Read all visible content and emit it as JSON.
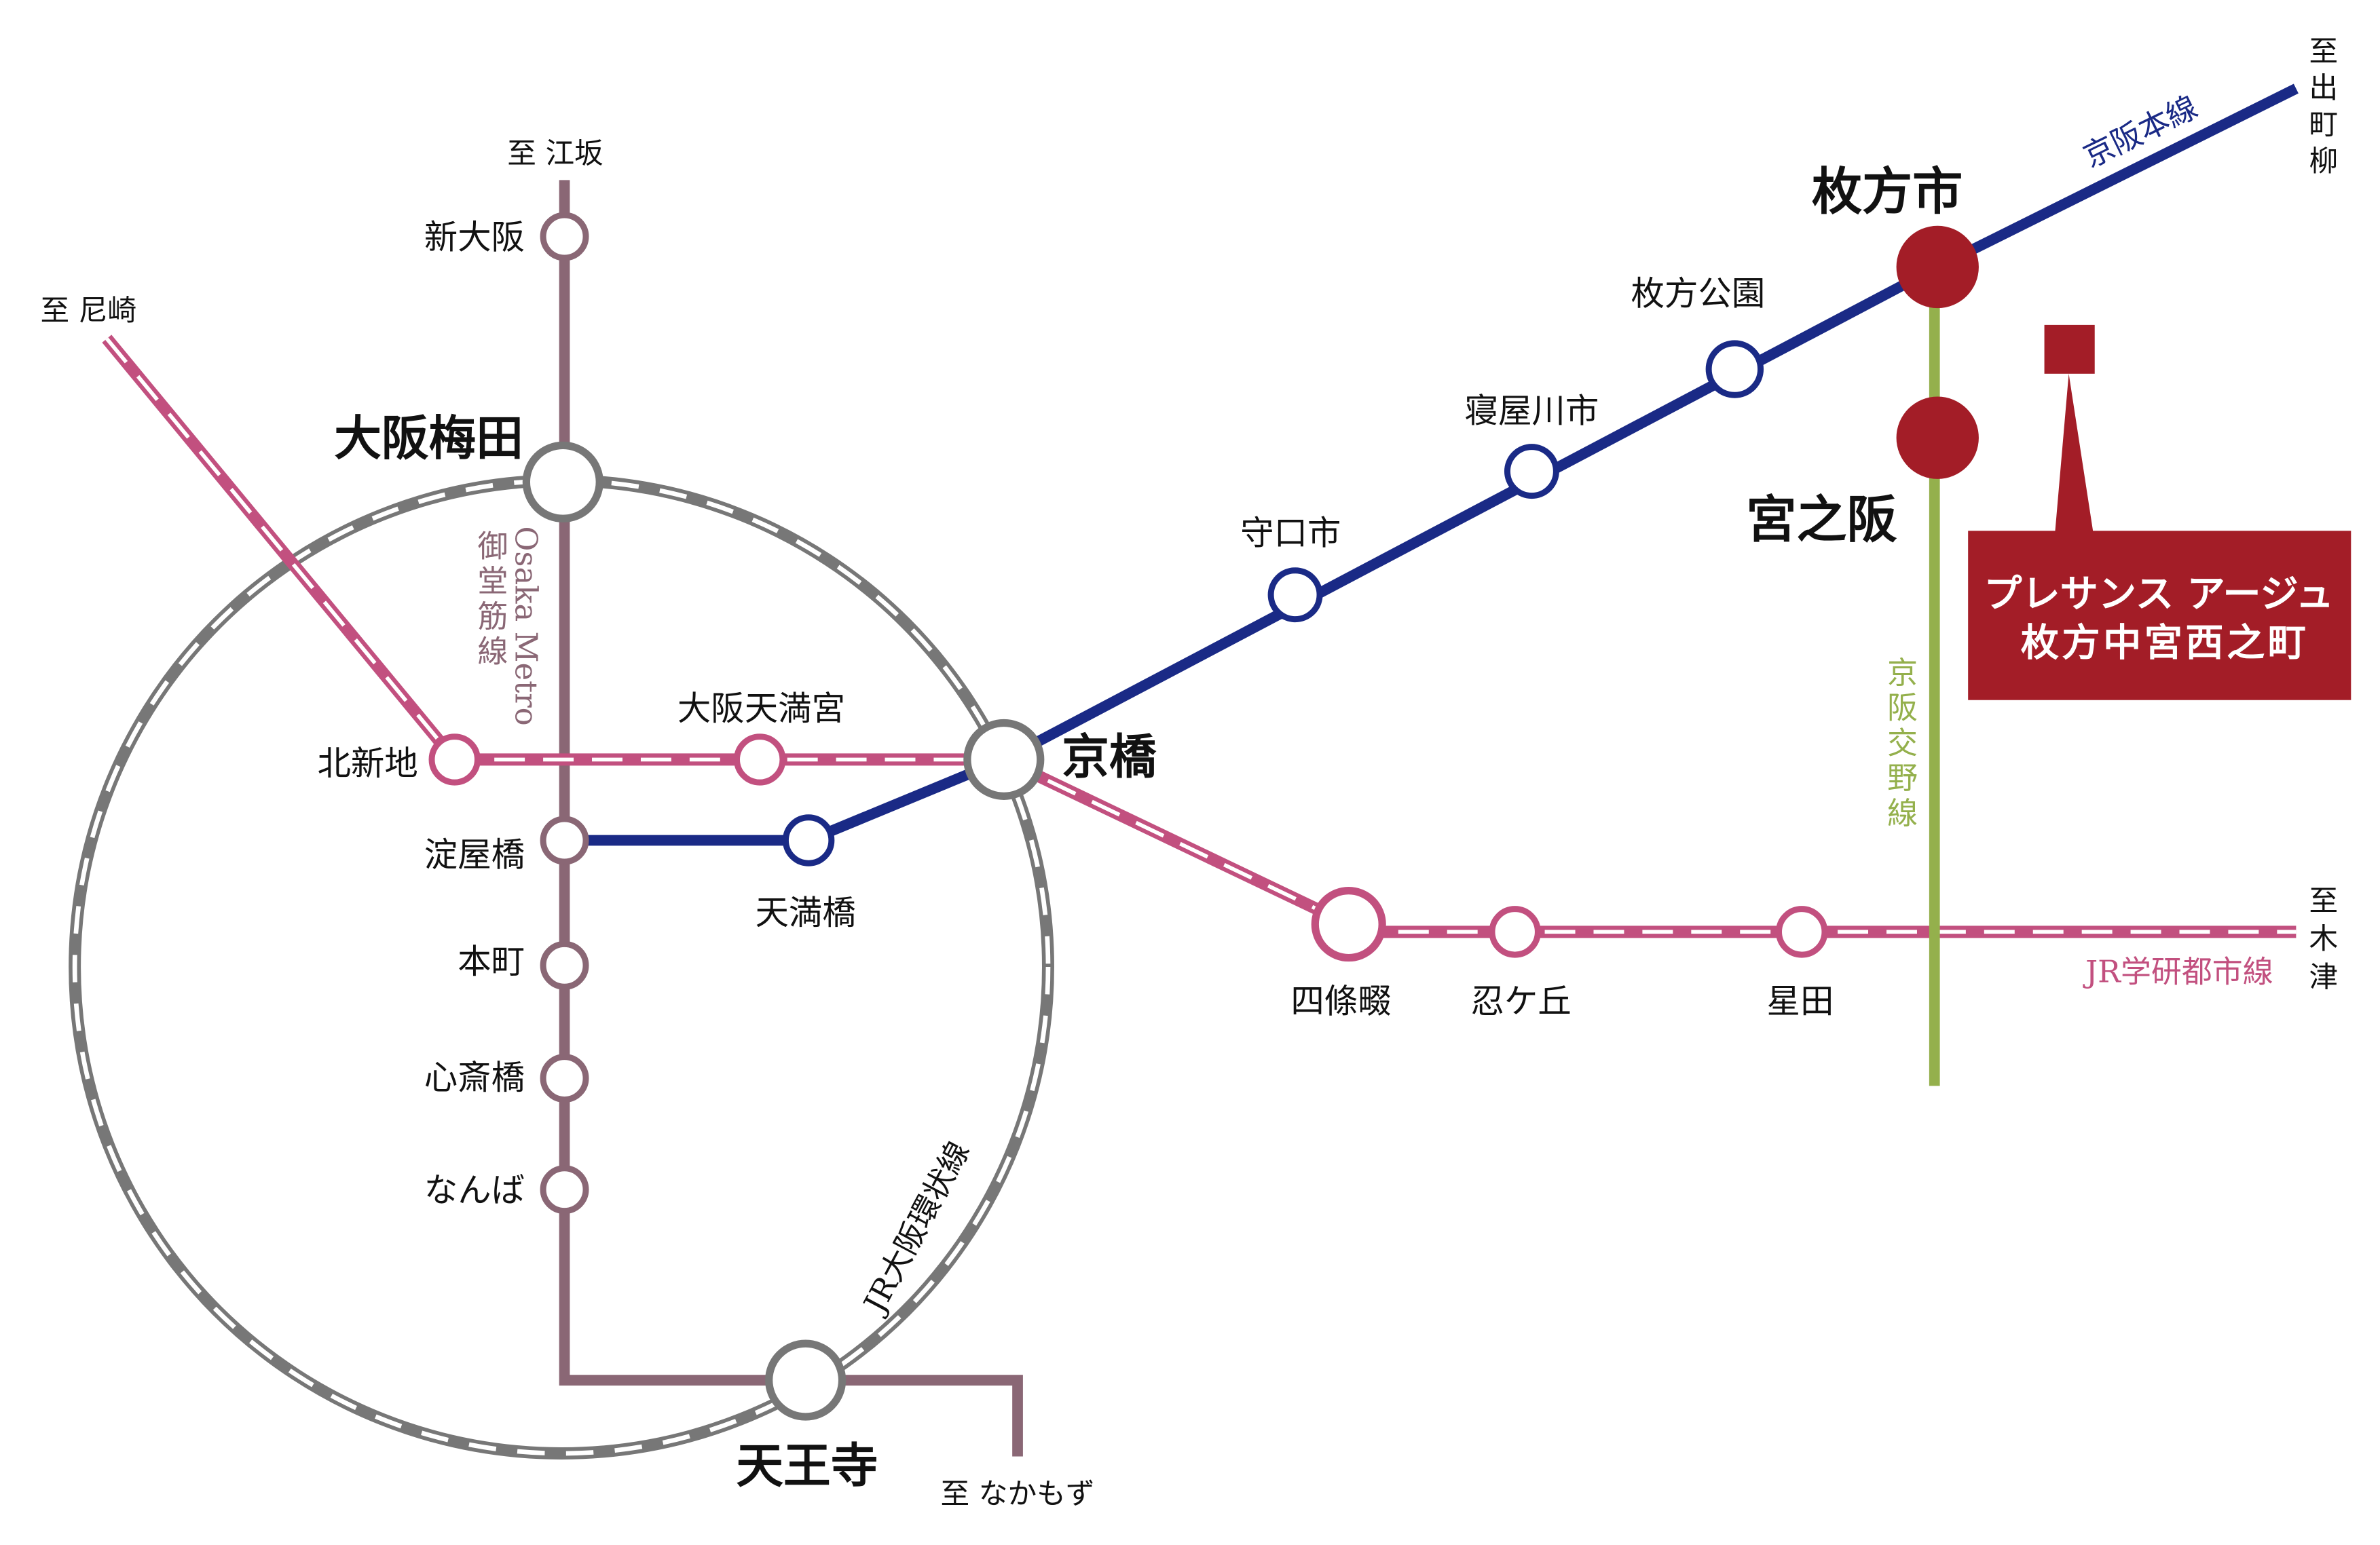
{
  "colors": {
    "midosuji": "#8a6775",
    "jr": "#c2507f",
    "keihan": "#1a2a86",
    "katano": "#94b04c",
    "loop": "#777777",
    "highlight": "#a31d27"
  },
  "directions": {
    "esaka": "至 江坂",
    "amagasaki": "至 尼崎",
    "nakamozu": "至 なかもず",
    "demachiyanagi": [
      "至",
      "出",
      "町",
      "柳"
    ],
    "kizu": [
      "至",
      "木",
      "津"
    ]
  },
  "lines": {
    "midosuji_ja": [
      "御",
      "堂",
      "筋",
      "線"
    ],
    "midosuji_en": "Osaka Metro",
    "loop": "JR大阪環状線",
    "keihan_main": "京阪本線",
    "katano": [
      "京",
      "阪",
      "交",
      "野",
      "線"
    ],
    "gakken": "JR学研都市線"
  },
  "stations": {
    "shin_osaka": "新大阪",
    "umeda": "大阪梅田",
    "yodoyabashi": "淀屋橋",
    "hommachi": "本町",
    "shinsaibashi": "心斎橋",
    "namba": "なんば",
    "tennoji": "天王寺",
    "kitashinchi": "北新地",
    "tenmangu": "大阪天満宮",
    "kyobashi": "京橋",
    "tenmabashi": "天満橋",
    "shijonawate": "四條畷",
    "shinobugaoka": "忍ケ丘",
    "hoshida": "星田",
    "moriguchi": "守口市",
    "neyagawa": "寝屋川市",
    "hirakata_koen": "枚方公園",
    "hirakatashi": "枚方市",
    "miyanosaka": "宮之阪"
  },
  "property": {
    "line1": "プレサンス アージュ",
    "line2": "枚方中宮西之町"
  }
}
